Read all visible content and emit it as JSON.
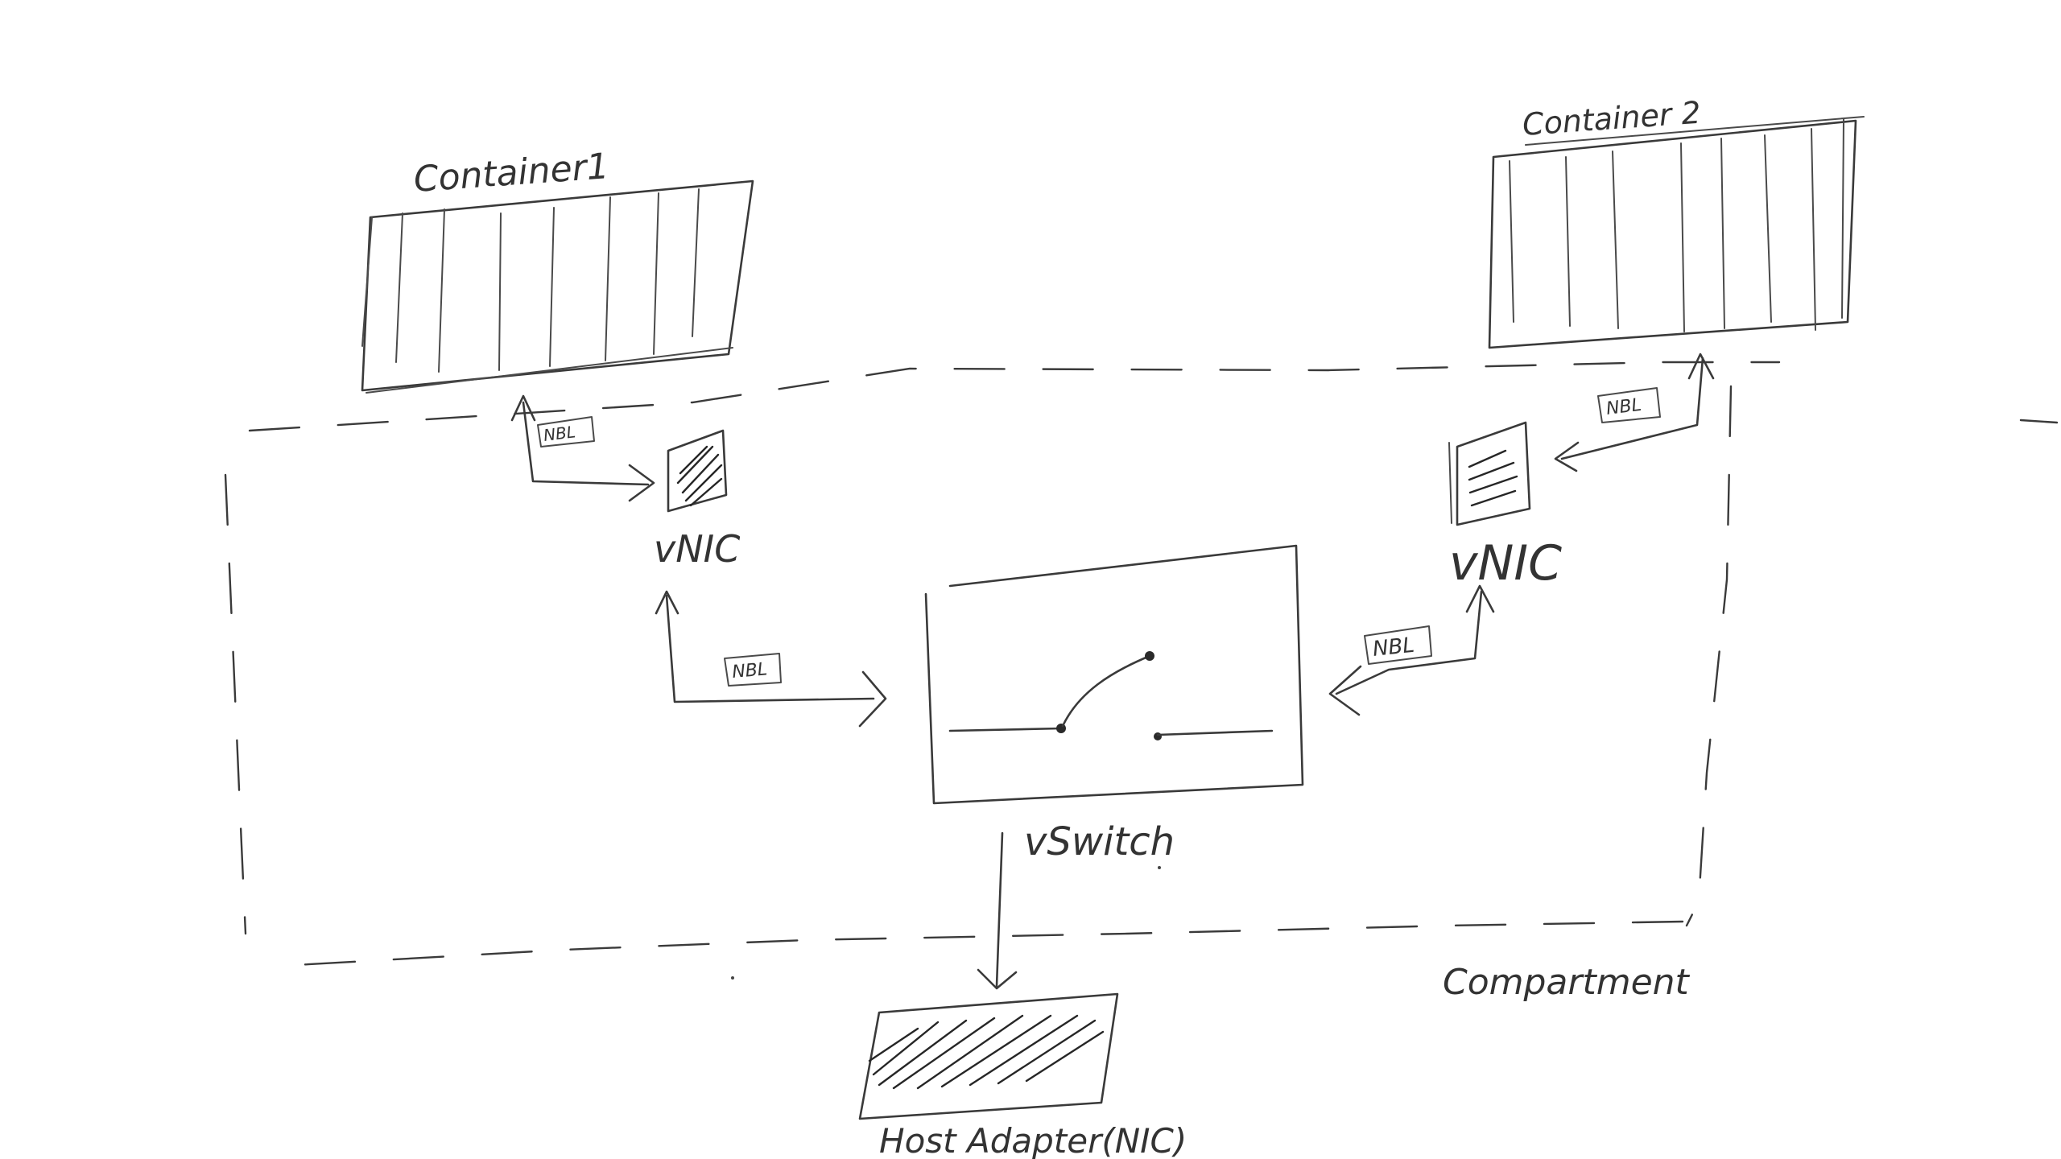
{
  "diagram": {
    "containers": [
      {
        "label": "Container1"
      },
      {
        "label": "Container 2"
      }
    ],
    "vnics": [
      {
        "label": "vNIC"
      },
      {
        "label": "vNIC"
      }
    ],
    "packet_tags": {
      "tag_1": "NBL",
      "tag_2": "NBL",
      "tag_3": "NBL",
      "tag_4": "NBL"
    },
    "vswitch_label": "vSwitch",
    "host_adapter_label": "Host Adapter(NIC)",
    "compartment_label": "Compartment"
  }
}
